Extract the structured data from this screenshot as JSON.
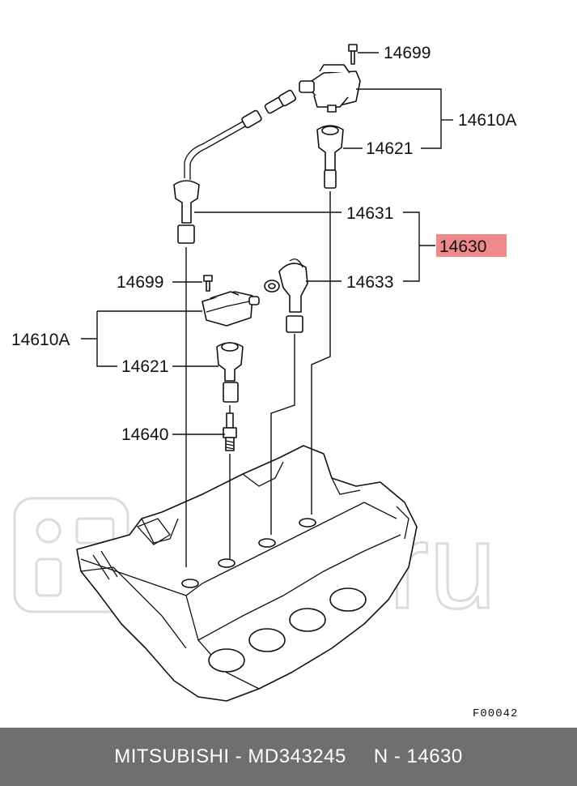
{
  "diagram": {
    "labels": {
      "bolt_top": "14699",
      "coil_top": "14610A",
      "boot_top": "14621",
      "cable_1": "14631",
      "cable_set": "14630",
      "cable_3": "14633",
      "bolt_left": "14699",
      "coil_left": "14610A",
      "boot_left": "14621",
      "spark_plug": "14640"
    },
    "figure_code": "F00042",
    "watermark": "Ruli.ru",
    "highlight_color": "#f08a8a"
  },
  "footer": {
    "brand": "MITSUBISHI",
    "dash": "-",
    "part_number": "MD343245",
    "ref": "N - 14630"
  }
}
